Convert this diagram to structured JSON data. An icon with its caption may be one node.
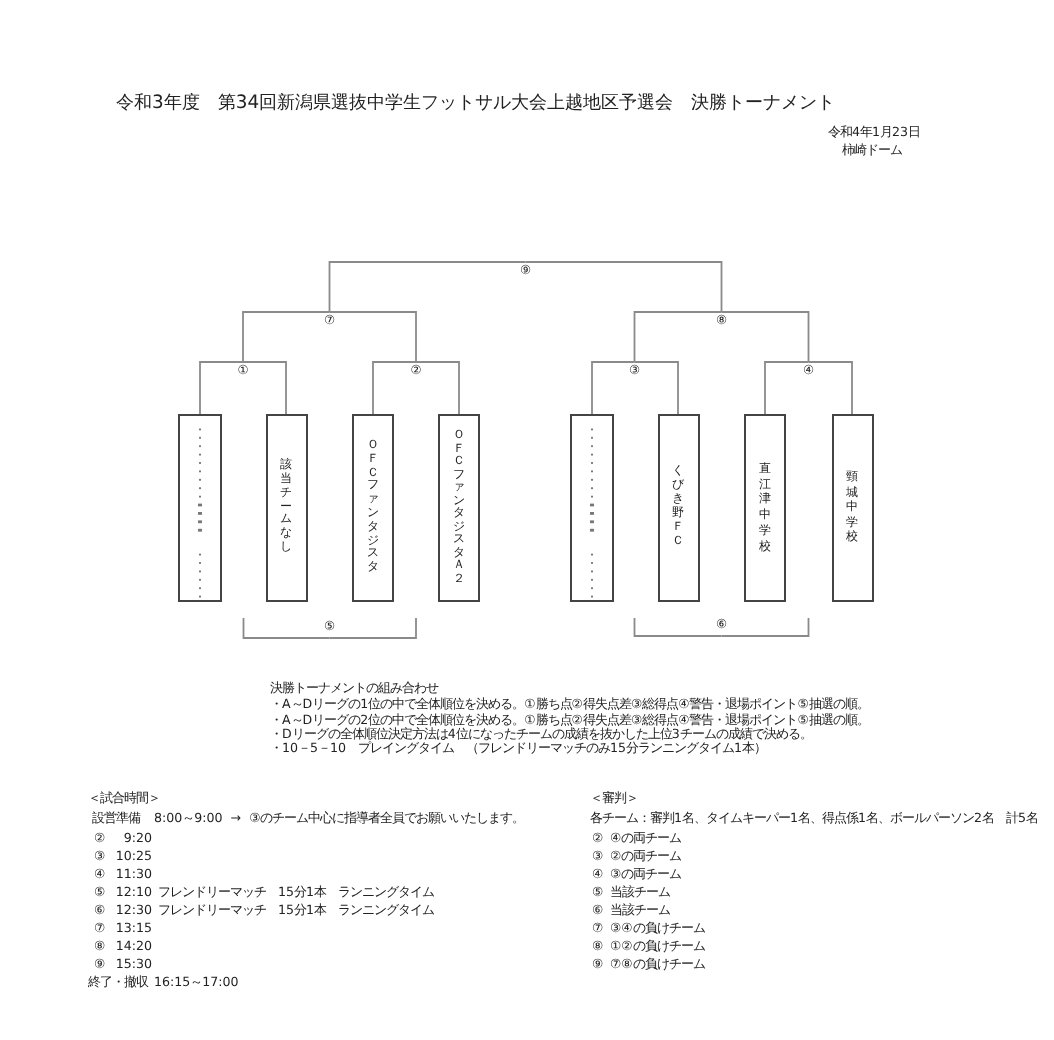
{
  "diagram": {
    "title": "令和3年度　第34回新潟県選抜中学生フットサル大会上越地区予選会　決勝トーナメント",
    "nodes": [
      {
        "text": [
          "⑨"
        ]
      },
      {
        "text": [
          "⑦"
        ]
      },
      {
        "text": [
          "⑧"
        ]
      },
      {
        "text": [
          "①"
        ]
      },
      {
        "text": [
          "②"
        ]
      },
      {
        "text": [
          "③"
        ]
      },
      {
        "text": [
          "④"
        ]
      },
      {
        "text": [],
        "shape": "box"
      },
      {
        "text": [
          "該当チームなし"
        ]
      },
      {
        "text": [
          "ＯＦＣファンタジスタ"
        ]
      },
      {
        "text": [
          "ＯＦＣファンタジスタＡ２"
        ]
      },
      {
        "text": [],
        "shape": "box"
      },
      {
        "text": [
          "くびき野ＦＣ"
        ]
      },
      {
        "text": [
          "直江津中学校"
        ]
      },
      {
        "text": [
          "頸城中学校"
        ]
      },
      {
        "text": [
          "⑤"
        ]
      },
      {
        "text": [
          "⑥"
        ]
      }
    ],
    "edges": [
      {
        "from": 1,
        "to": 0,
        "arrow": "none"
      },
      {
        "from": 2,
        "to": 0,
        "arrow": "none"
      },
      {
        "from": 3,
        "to": 1,
        "arrow": "none"
      },
      {
        "from": 4,
        "to": 1,
        "arrow": "none"
      },
      {
        "from": 5,
        "to": 2,
        "arrow": "none"
      },
      {
        "from": 6,
        "to": 2,
        "arrow": "none"
      },
      {
        "from": 7,
        "to": 3,
        "arrow": "none"
      },
      {
        "from": 8,
        "to": 3,
        "arrow": "none"
      },
      {
        "from": 9,
        "to": 4,
        "arrow": "none"
      },
      {
        "from": 10,
        "to": 4,
        "arrow": "none"
      },
      {
        "from": 11,
        "to": 5,
        "arrow": "none"
      },
      {
        "from": 12,
        "to": 5,
        "arrow": "none"
      },
      {
        "from": 13,
        "to": 6,
        "arrow": "none"
      },
      {
        "from": 14,
        "to": 6,
        "arrow": "none"
      },
      {
        "from": null,
        "to": 15,
        "arrow": "none"
      },
      {
        "from": null,
        "to": 15,
        "arrow": "none"
      },
      {
        "from": null,
        "to": 16,
        "arrow": "none"
      },
      {
        "from": null,
        "to": 16,
        "arrow": "none"
      }
    ],
    "labels": [
      "令和4年1月23日",
      "柿崎ドーム",
      "決勝トーナメントの組み合わせ",
      "・A～Dリーグの1位の中で全体順位を決める。①勝ち点②得失点差③総得点④警告・退場ポイント⑤抽選の順。",
      "・A～Dリーグの2位の中で全体順位を決める。①勝ち点②得失点差③総得点④警告・退場ポイント⑤抽選の順。",
      "・Dリーグの全体順位決定方法は4位になったチームの成績を抜かした上位3チームの成績で決める。",
      "・10－5－10　プレイングタイム　（フレンドリーマッチのみ15分ランニングタイム1本）",
      "＜試合時間＞",
      "設営準備",
      "8:00～9:00",
      "→",
      "③のチーム中心に指導者全員でお願いいたします。",
      "②",
      "9:20",
      "③",
      "10:25",
      "④",
      "11:30",
      "⑤",
      "12:10",
      "フレンドリーマッチ　15分1本　ランニングタイム",
      "⑥",
      "12:30",
      "フレンドリーマッチ　15分1本　ランニングタイム",
      "⑦",
      "13:15",
      "⑧",
      "14:20",
      "⑨",
      "15:30",
      "終了・撤収",
      "16:15～17:00",
      "＜審判＞",
      "各チーム：審判1名、タイムキーパー1名、得点係1名、ボールパーソン2名　計5名",
      "②",
      "④の両チーム",
      "③",
      "②の両チーム",
      "④",
      "③の両チーム",
      "⑤",
      "当該チーム",
      "⑥",
      "当該チーム",
      "⑦",
      "③④の負けチーム",
      "⑧",
      "①②の負けチーム",
      "⑨",
      "⑦⑧の負けチーム"
    ]
  }
}
